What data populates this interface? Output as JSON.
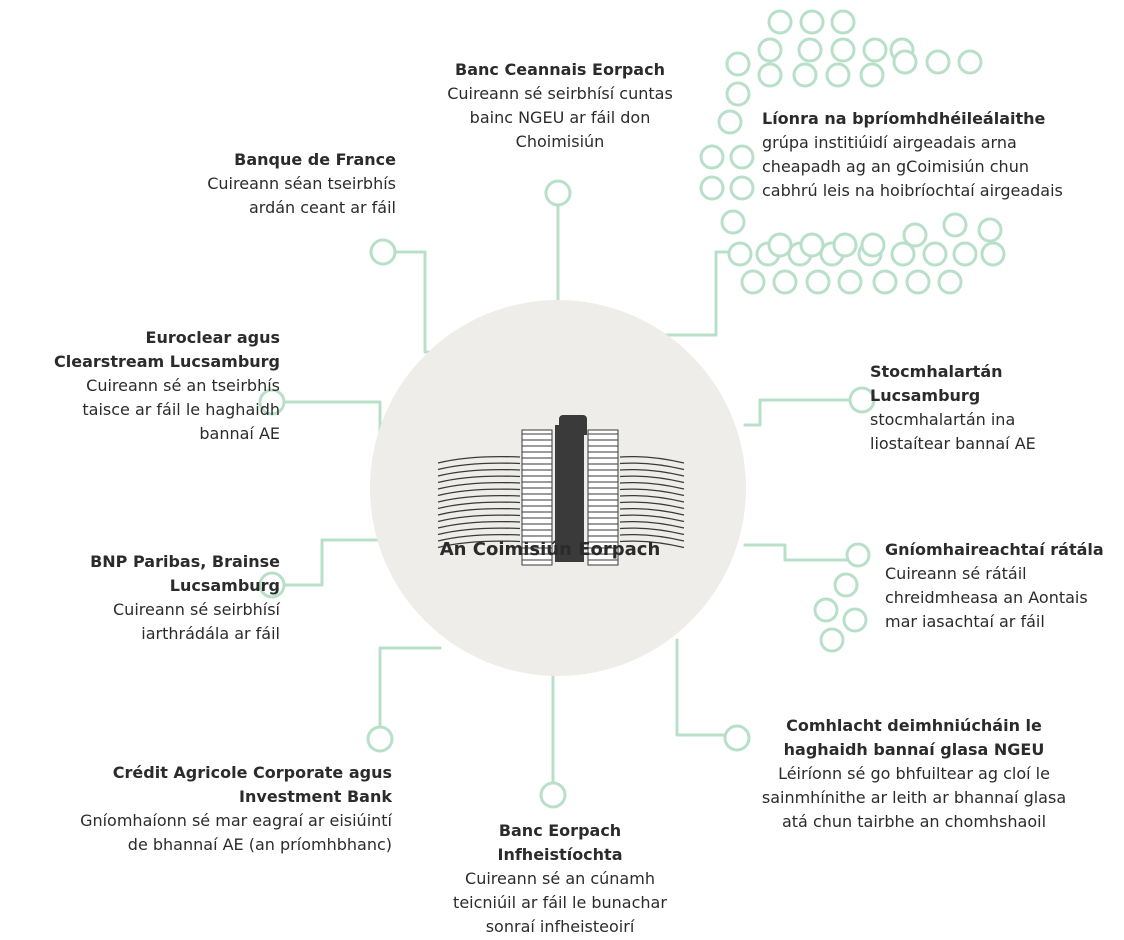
{
  "center": {
    "label": "An Coimisiún Eorpach"
  },
  "nodes": [
    {
      "id": "ecb",
      "title": "Banc Ceannais Eorpach",
      "desc": [
        "Cuireann sé seirbhísí cuntas",
        "bainc NGEU ar fáil don",
        "Choimisiún"
      ]
    },
    {
      "id": "primary-dealers",
      "title": "Líonra na bpríomhdhéileálaithe",
      "desc": [
        "grúpa institiúidí airgeadais arna",
        "cheapadh ag an gCoimisiún chun",
        "cabhrú leis na hoibríochtaí airgeadais"
      ]
    },
    {
      "id": "banque-de-france",
      "title": "Banque de France",
      "desc": [
        "Cuireann séan tseirbhís",
        "ardán ceant ar fáil"
      ]
    },
    {
      "id": "euroclear",
      "title": [
        "Euroclear agus",
        "Clearstream Lucsamburg"
      ],
      "desc": [
        "Cuireann sé an tseirbhís",
        "taisce ar fáil le haghaidh",
        "bannaí AE"
      ]
    },
    {
      "id": "stock-exchange",
      "title": [
        "Stocmhalartán",
        "Lucsamburg"
      ],
      "desc": [
        "stocmhalartán ina",
        "liostaítear bannaí AE"
      ]
    },
    {
      "id": "rating-agencies",
      "title": "Gníomhaireachtaí rátála",
      "desc": [
        "Cuireann sé rátáil",
        "chreidmheasa an Aontais",
        "mar iasachtaí ar fáil"
      ]
    },
    {
      "id": "bnp",
      "title": [
        "BNP Paribas, Brainse",
        "Lucsamburg"
      ],
      "desc": [
        "Cuireann sé seirbhísí",
        "iarthrádála ar fáil"
      ]
    },
    {
      "id": "certification",
      "title": [
        "Comhlacht deimhniúcháin le",
        "haghaidh bannaí glasa NGEU"
      ],
      "desc": [
        "Léiríonn sé go bhfuiltear ag cloí le",
        "sainmhínithe ar leith ar bhannaí glasa",
        "atá chun tairbhe an chomhshaoil"
      ]
    },
    {
      "id": "credit-agricole",
      "title": [
        "Crédit Agricole Corporate agus",
        "Investment Bank"
      ],
      "desc": [
        "Gníomhaíonn sé mar eagraí ar eisiúintí",
        "de bhannaí AE (an príomhbhanc)"
      ]
    },
    {
      "id": "eib",
      "title": [
        "Banc Eorpach",
        "Infheistíochta"
      ],
      "desc": [
        "Cuireann sé an cúnamh",
        "teicniúil ar fáil le bunachar",
        "sonraí infheisteoirí"
      ]
    }
  ],
  "colors": {
    "accent": "#b8e0c8",
    "center_fill": "#eeede9",
    "building": "#3a3a3a",
    "text": "#2b2b2b"
  }
}
